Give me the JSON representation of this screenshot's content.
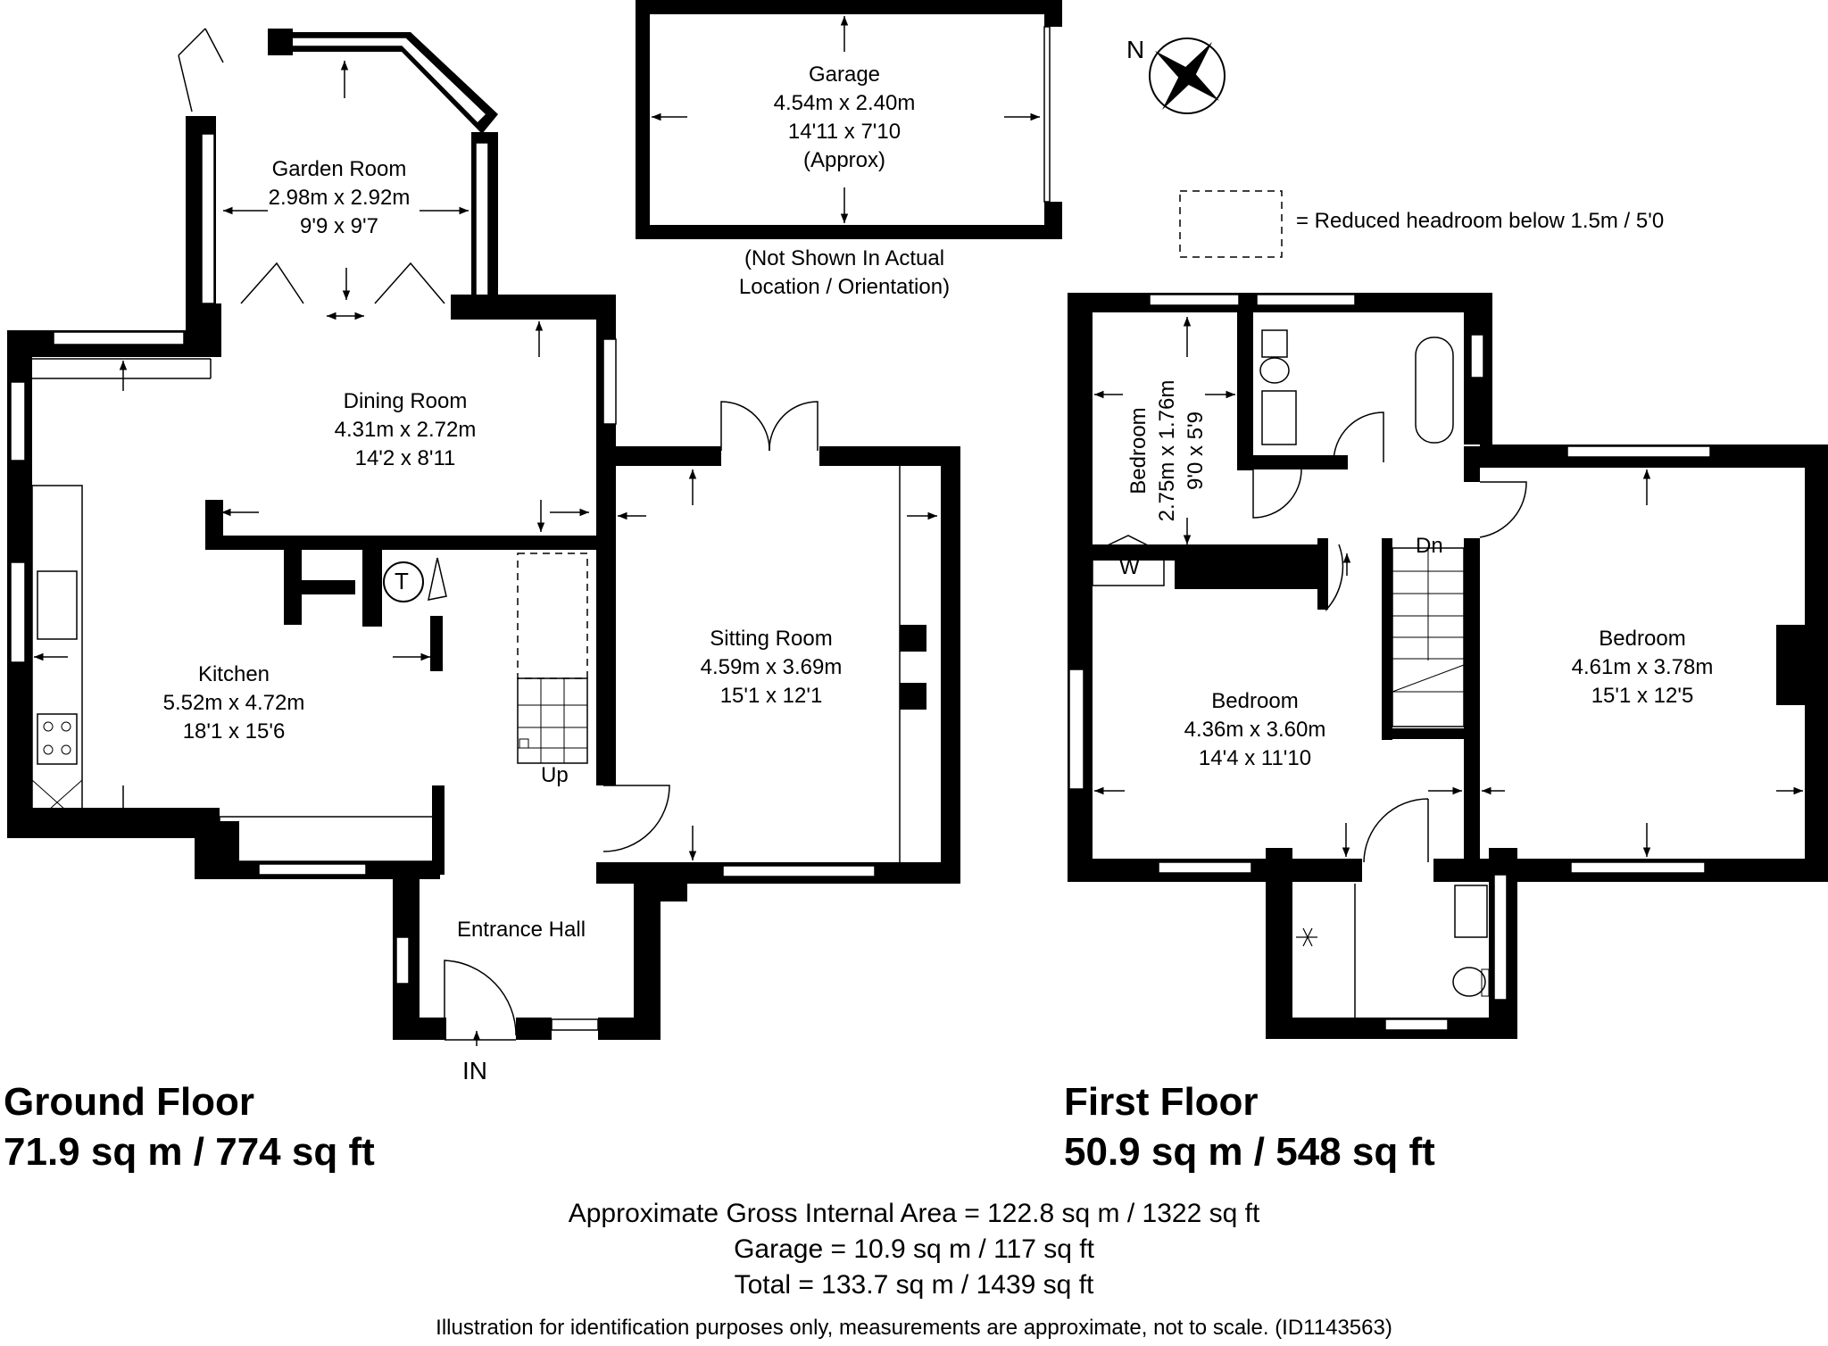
{
  "rooms": {
    "garden_room": {
      "name": "Garden Room",
      "metric": "2.98m x 2.92m",
      "imperial": "9'9 x 9'7"
    },
    "dining_room": {
      "name": "Dining Room",
      "metric": "4.31m x 2.72m",
      "imperial": "14'2 x 8'11"
    },
    "kitchen": {
      "name": "Kitchen",
      "metric": "5.52m x 4.72m",
      "imperial": "18'1 x 15'6"
    },
    "sitting_room": {
      "name": "Sitting Room",
      "metric": "4.59m x 3.69m",
      "imperial": "15'1 x 12'1"
    },
    "entrance_hall": {
      "name": "Entrance Hall"
    },
    "garage": {
      "name": "Garage",
      "metric": "4.54m x 2.40m",
      "imperial": "14'11 x 7'10",
      "note": "(Approx)"
    },
    "bedroom_small": {
      "name": "Bedroom",
      "metric": "2.75m x 1.76m",
      "imperial": "9'0 x 5'9"
    },
    "bedroom_mid": {
      "name": "Bedroom",
      "metric": "4.36m x 3.60m",
      "imperial": "14'4 x 11'10"
    },
    "bedroom_right": {
      "name": "Bedroom",
      "metric": "4.61m x 3.78m",
      "imperial": "15'1 x 12'5"
    }
  },
  "garage_note": {
    "line1": "(Not Shown In Actual",
    "line2": "Location / Orientation)"
  },
  "legend": {
    "text": "= Reduced headroom below 1.5m / 5'0"
  },
  "compass": {
    "label": "N"
  },
  "tags": {
    "up": "Up",
    "down": "Dn",
    "entrance": "IN",
    "tank": "T",
    "wardrobe": "W"
  },
  "floors": {
    "ground": {
      "title": "Ground Floor",
      "area": "71.9 sq m / 774 sq ft"
    },
    "first": {
      "title": "First Floor",
      "area": "50.9 sq m / 548 sq ft"
    }
  },
  "summary": {
    "gross": "Approximate Gross Internal Area = 122.8 sq m / 1322 sq ft",
    "garage": "Garage = 10.9 sq m / 117 sq ft",
    "total": "Total = 133.7 sq m / 1439 sq ft"
  },
  "disclaimer": "Illustration for identification purposes only, measurements are approximate, not to scale. (ID1143563)",
  "colors": {
    "wall": "#000000",
    "background": "#ffffff",
    "line": "#000000"
  }
}
